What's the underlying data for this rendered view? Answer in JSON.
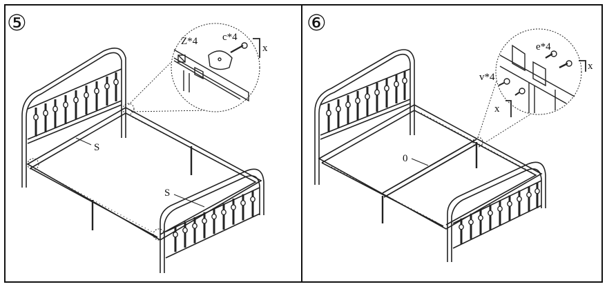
{
  "step5": {
    "number": "⑤",
    "side_rail_label_1": "S",
    "side_rail_label_2": "S",
    "detail_label_z": "Z*4",
    "detail_label_c": "c*4",
    "detail_label_x": "x"
  },
  "step6": {
    "number": "⑥",
    "center_rail_label": "0",
    "detail_label_e": "e*4",
    "detail_label_v": "v*4",
    "detail_label_x1": "x",
    "detail_label_x2": "x"
  }
}
